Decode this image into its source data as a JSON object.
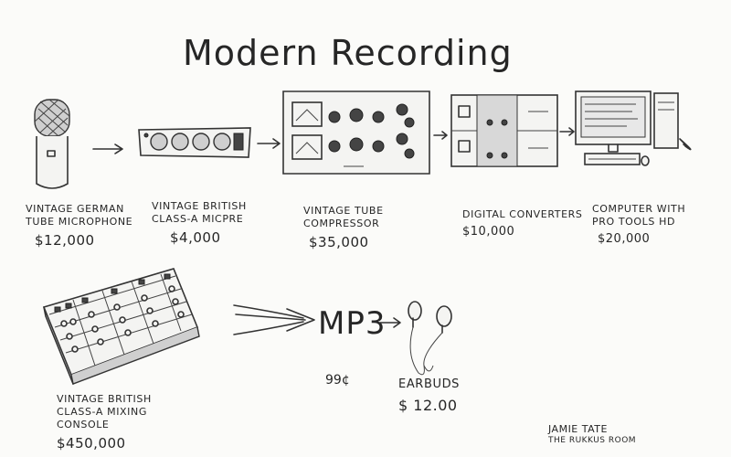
{
  "title": "Modern Recording",
  "chain": [
    {
      "label_line1": "Vintage German",
      "label_line2": "Tube Microphone",
      "price": "$12,000",
      "icon": "microphone-icon"
    },
    {
      "label_line1": "Vintage British",
      "label_line2": "Class-A MicPre",
      "price": "$4,000",
      "icon": "mic-preamp-icon"
    },
    {
      "label_line1": "Vintage Tube",
      "label_line2": "Compressor",
      "price": "$35,000",
      "icon": "compressor-icon"
    },
    {
      "label_line1": "Digital Converters",
      "label_line2": "",
      "price": "$10,000",
      "icon": "converters-icon"
    },
    {
      "label_line1": "Computer With",
      "label_line2": "Pro Tools HD",
      "price": "$20,000",
      "icon": "computer-icon"
    }
  ],
  "console": {
    "label_line1": "Vintage British",
    "label_line2": "Class-A Mixing",
    "label_line3": "Console",
    "price": "$450,000",
    "icon": "mixing-console-icon"
  },
  "mp3": {
    "label": "MP3",
    "price": "99¢"
  },
  "earbuds": {
    "label": "Earbuds",
    "price": "$ 12.00",
    "icon": "earbuds-icon"
  },
  "signature": {
    "line1": "Jamie Tate",
    "line2": "The Rukkus Room"
  }
}
